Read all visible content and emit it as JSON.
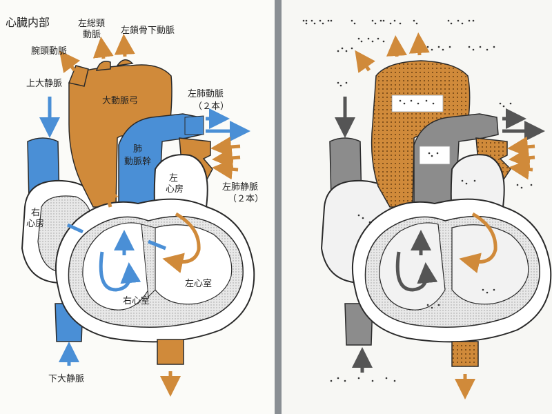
{
  "left_sheet": {
    "title": "心臓内部",
    "labels": {
      "left_common_carotid_line1": "左総頸",
      "left_common_carotid_line2": "動脈",
      "left_subclavian": "左鎖骨下動脈",
      "brachiocephalic": "腕頭動脈",
      "superior_vena_cava": "上大静脈",
      "aortic_arch": "大動脈弓",
      "pulmonary_artery_line1": "左肺動脈",
      "pulmonary_artery_line2": "（２本）",
      "pulmonary_trunk_line1": "肺",
      "pulmonary_trunk_line2": "動脈幹",
      "left_atrium_line1": "左",
      "left_atrium_line2": "心房",
      "pulmonary_vein_line1": "左肺静脈",
      "pulmonary_vein_line2": "（２本）",
      "right_atrium_line1": "右",
      "right_atrium_line2": "心房",
      "left_ventricle": "左心室",
      "right_ventricle": "右心室",
      "inferior_vena_cava": "下大静脈"
    }
  },
  "colors": {
    "aorta_orange": "#d08a3a",
    "vein_blue": "#4a8fd6",
    "tactile_gray": "#8c8c8c",
    "paper": "#fbfbf8",
    "wall_fill": "#e6e6e6",
    "dark_stroke": "#2a2a2a"
  }
}
